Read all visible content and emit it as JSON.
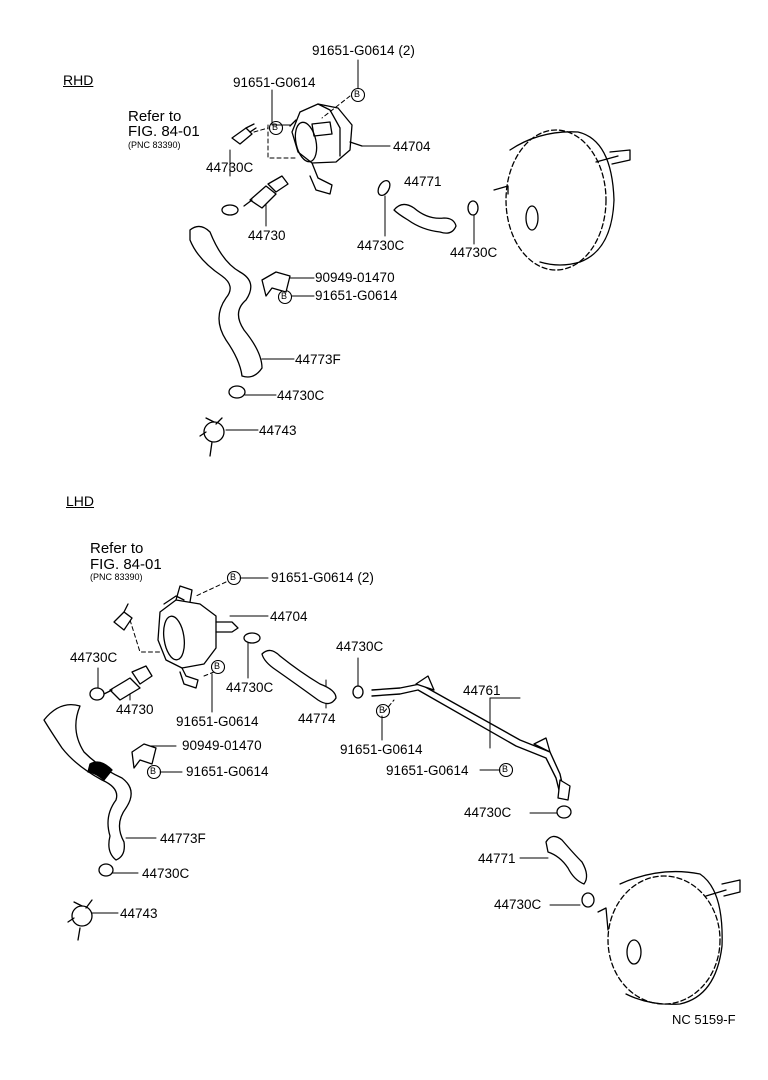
{
  "rhd": {
    "section_label": "RHD",
    "refer_line1": "Refer to",
    "refer_line2": "FIG. 84-01",
    "refer_pnc": "(PNC 83390)",
    "labels": {
      "bolt_top": "91651-G0614 (2)",
      "bolt_mid": "91651-G0614",
      "tank": "44704",
      "clamp_left": "44730C",
      "check_valve": "44730",
      "hose_short": "44771",
      "clamp_center": "44730C",
      "clamp_right": "44730C",
      "bracket": "90949-01470",
      "bracket_bolt": "91651-G0614",
      "hose_long": "44773F",
      "clamp_bottom": "44730C",
      "union": "44743"
    },
    "bolt_marker": "B"
  },
  "lhd": {
    "section_label": "LHD",
    "refer_line1": "Refer to",
    "refer_line2": "FIG. 84-01",
    "refer_pnc": "(PNC 83390)",
    "labels": {
      "bolt_top": "91651-G0614 (2)",
      "tank": "44704",
      "clamp_left": "44730C",
      "check_valve": "44730",
      "clamp_mid": "44730C",
      "bolt_under_tank": "91651-G0614",
      "hose_short": "44774",
      "clamp_upper": "44730C",
      "pipe": "44761",
      "pipe_bolt_left": "91651-G0614",
      "pipe_bolt_right": "91651-G0614",
      "bracket": "90949-01470",
      "bracket_bolt": "91651-G0614",
      "clamp_pipe_end": "44730C",
      "hose_long": "44773F",
      "hose_booster": "44771",
      "clamp_bottom": "44730C",
      "clamp_booster": "44730C",
      "union": "44743"
    },
    "bolt_marker": "B"
  },
  "drawing_code": "NC 5159-F"
}
